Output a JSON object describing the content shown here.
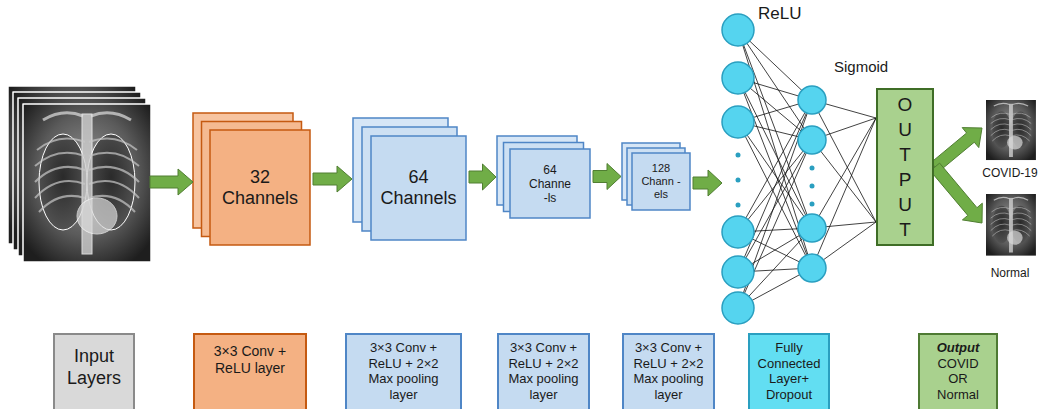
{
  "diagram": {
    "nodes": [
      {
        "text": [
          "32 Channels"
        ]
      },
      {
        "text": [
          "64 Channels"
        ]
      },
      {
        "text": [
          "64 Channe -ls"
        ]
      },
      {
        "text": [
          "128 Chann -els"
        ]
      },
      {
        "text": [
          "O U T P U T"
        ]
      },
      {
        "text": [
          "COVID-19"
        ]
      },
      {
        "text": [
          "Normal"
        ]
      },
      {
        "text": [
          "Input Layers"
        ]
      },
      {
        "text": [
          "3×3 Conv + ReLU layer"
        ]
      },
      {
        "text": [
          "3×3 Conv + ReLU + 2×2 Max pooling layer"
        ]
      },
      {
        "text": [
          "3×3 Conv + ReLU + 2×2 Max pooling layer"
        ]
      },
      {
        "text": [
          "3×3 Conv + ReLU + 2×2 Max pooling layer"
        ]
      },
      {
        "text": [
          "Fully Connected Layer+ Dropout"
        ]
      },
      {
        "text": [
          "Output",
          "COVID OR Normal"
        ]
      }
    ],
    "edges": [
      {
        "from": 0,
        "to": 1,
        "arrow": "to"
      },
      {
        "from": 1,
        "to": 2,
        "arrow": "to"
      },
      {
        "from": 2,
        "to": 3,
        "arrow": "to"
      },
      {
        "from": 4,
        "to": 5,
        "arrow": "to"
      },
      {
        "from": 4,
        "to": 6,
        "arrow": "to"
      }
    ],
    "labels": [
      "ReLU",
      "Sigmoid"
    ]
  }
}
